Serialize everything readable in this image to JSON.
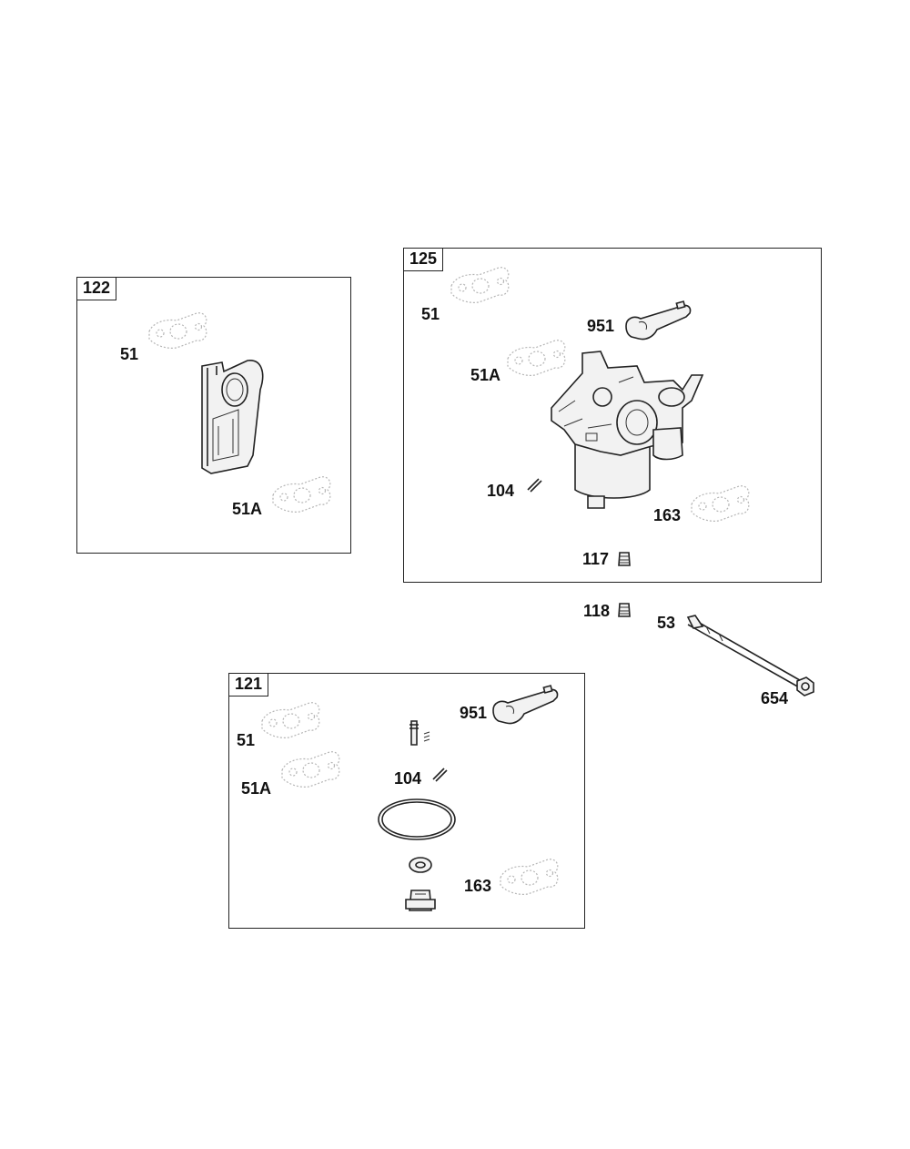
{
  "boxes": {
    "box122": {
      "tag": "122"
    },
    "box125": {
      "tag": "125"
    },
    "box121": {
      "tag": "121"
    }
  },
  "labels": {
    "b122_51": "51",
    "b122_51A": "51A",
    "b125_51": "51",
    "b125_951": "951",
    "b125_51A": "51A",
    "b125_104": "104",
    "b125_163": "163",
    "b125_117": "117",
    "loose_118": "118",
    "loose_53": "53",
    "loose_654": "654",
    "b121_51": "51",
    "b121_951": "951",
    "b121_51A": "51A",
    "b121_104": "104",
    "b121_163": "163"
  }
}
